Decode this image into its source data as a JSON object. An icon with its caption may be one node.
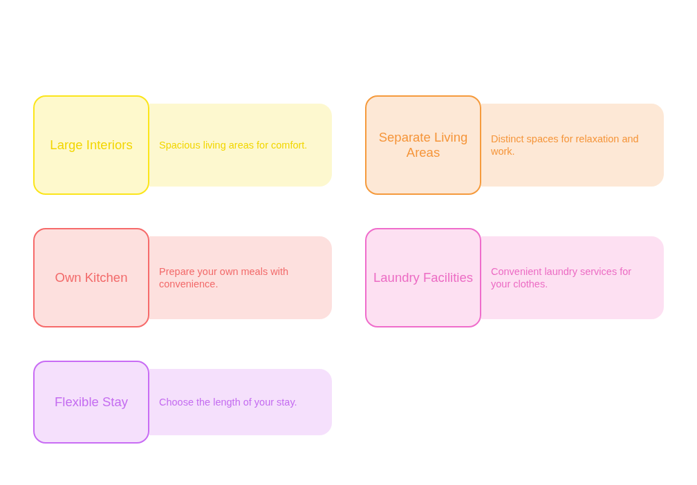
{
  "diagram": {
    "nodes": [
      {
        "text": [
          "Large Interiors"
        ]
      },
      {
        "text": [
          "Spacious living areas for comfort."
        ]
      },
      {
        "text": [
          "Separate Living Areas"
        ]
      },
      {
        "text": [
          "Distinct spaces for relaxation and work."
        ]
      },
      {
        "text": [
          "Own Kitchen"
        ]
      },
      {
        "text": [
          "Prepare your own meals with convenience."
        ]
      },
      {
        "text": [
          "Laundry Facilities"
        ]
      },
      {
        "text": [
          "Convenient laundry services for your clothes."
        ]
      },
      {
        "text": [
          "Flexible Stay"
        ]
      },
      {
        "text": [
          "Choose the length of your stay."
        ]
      }
    ],
    "edges": []
  }
}
